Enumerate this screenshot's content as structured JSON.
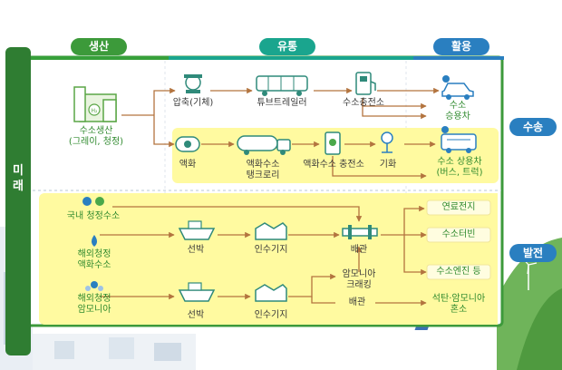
{
  "headers": {
    "production": "생산",
    "distribution": "유통",
    "utilization": "활용"
  },
  "side_labels": {
    "future": "미래",
    "transport": "수송",
    "power": "발전"
  },
  "transport": {
    "production": [
      "수소생산",
      "(그레이, 청정)"
    ],
    "compression": "압축(기체)",
    "tube_trailer": "튜브트레일러",
    "hydrogen_station": "수소충전소",
    "passenger_car": [
      "수소",
      "승용차"
    ],
    "liquefaction": "액화",
    "liquid_tank_lorry": [
      "액화수소",
      "탱크로리"
    ],
    "liquid_station": "액화수소 충전소",
    "vaporization": "기화",
    "commercial_vehicle": [
      "수소 상용차",
      "(버스, 트럭)"
    ]
  },
  "power": {
    "domestic_clean": "국내 청정수소",
    "overseas_liquid": [
      "해외청정",
      "액화수소"
    ],
    "overseas_ammonia": [
      "해외청정",
      "암모니아"
    ],
    "ship_1": "선박",
    "ship_2": "선박",
    "receiving_base_1": "인수기지",
    "receiving_base_2": "인수기지",
    "pipeline_1": "배관",
    "pipeline_2": "배관",
    "ammonia_cracking": [
      "암모니아",
      "크래킹"
    ],
    "fuel_cell": "연료전지",
    "hydrogen_turbine": "수소터빈",
    "hydrogen_engine": "수소엔진 등",
    "co_firing": [
      "석탄·암모니아",
      "혼소"
    ]
  }
}
